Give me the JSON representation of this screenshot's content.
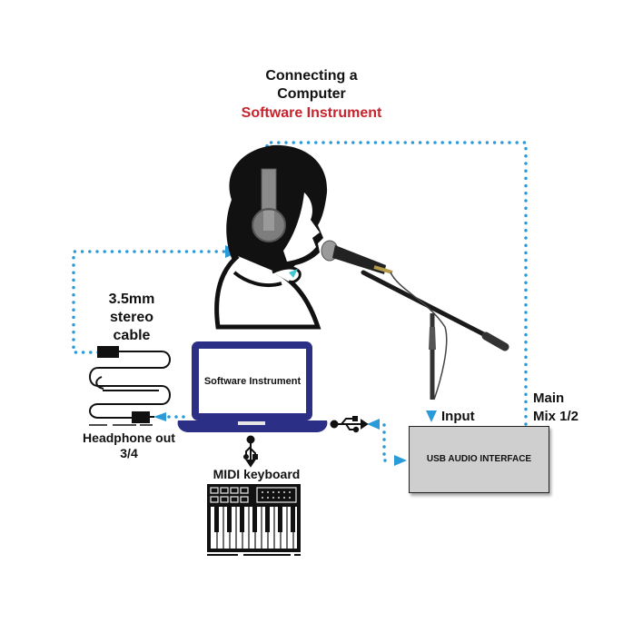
{
  "title": {
    "line1": "Connecting a",
    "line2": "Computer",
    "line3": "Software Instrument"
  },
  "labels": {
    "cable": [
      "3.5mm",
      "stereo",
      "cable"
    ],
    "headphone_out": [
      "Headphone out",
      "3/4"
    ],
    "laptop_screen": "Software Instrument",
    "midi_keyboard": "MIDI keyboard",
    "input": "Input",
    "main_mix": [
      "Main",
      "Mix 1/2"
    ],
    "usb_interface": "USB AUDIO INTERFACE"
  },
  "colors": {
    "connection": "#2a9ad8",
    "title_accent": "#c8232c",
    "laptop": "#2b2f86",
    "interface_fill": "#cfcfcf"
  },
  "icons": [
    "usb-icon-laptop-to-interface",
    "usb-icon-keyboard-to-laptop",
    "headphones",
    "microphone",
    "mic-stand",
    "audio-cable"
  ]
}
